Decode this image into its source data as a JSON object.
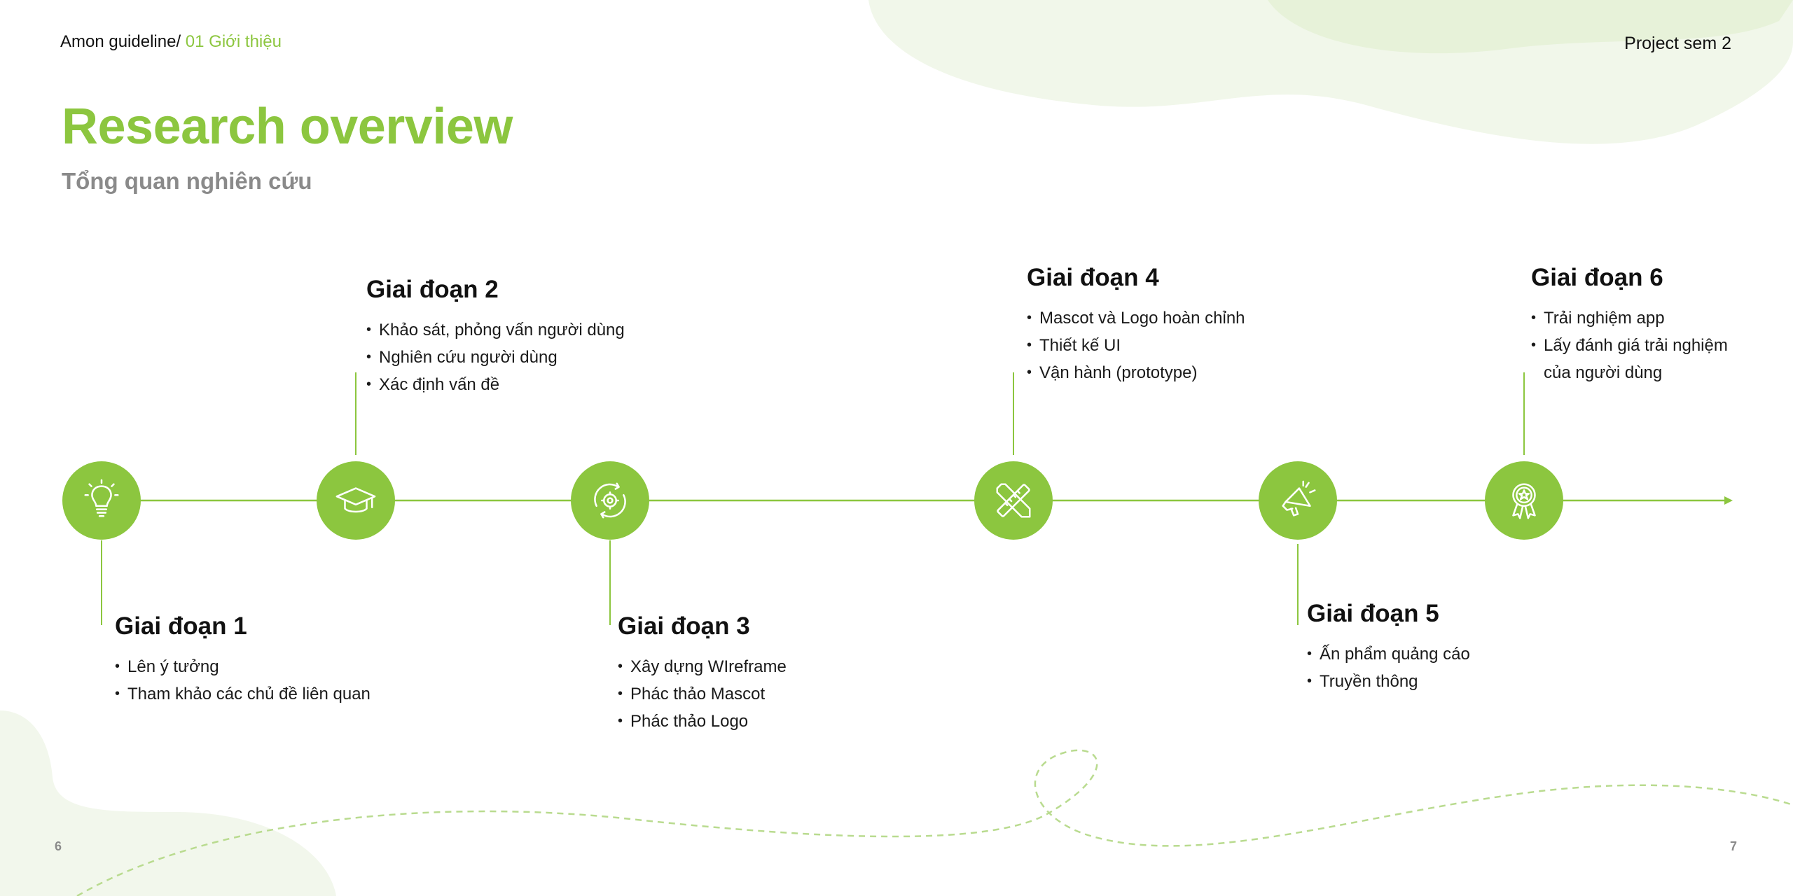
{
  "header": {
    "breadcrumb_prefix": "Amon guideline/",
    "breadcrumb_section": "01 Giới thiệu",
    "project": "Project sem 2"
  },
  "title": "Research overview",
  "subtitle": "Tổng quan nghiên cứu",
  "stages": [
    {
      "title": "Giai đoạn 1",
      "icon": "lightbulb-icon",
      "items": [
        "Lên ý tưởng",
        "Tham khảo các chủ đề liên quan"
      ]
    },
    {
      "title": "Giai đoạn 2",
      "icon": "graduation-cap-icon",
      "items": [
        "Khảo sát, phỏng vấn người dùng",
        "Nghiên cứu người dùng",
        "Xác định vấn đề"
      ]
    },
    {
      "title": "Giai đoạn 3",
      "icon": "cycle-gear-icon",
      "items": [
        "Xây dựng WIreframe",
        "Phác thảo Mascot",
        "Phác thảo Logo"
      ]
    },
    {
      "title": "Giai đoạn 4",
      "icon": "pencil-ruler-icon",
      "items": [
        "Mascot và Logo hoàn chỉnh",
        "Thiết kế UI",
        "Vận hành (prototype)"
      ]
    },
    {
      "title": "Giai đoạn 5",
      "icon": "megaphone-icon",
      "items": [
        "Ấn phẩm quảng cáo",
        "Truyền thông"
      ]
    },
    {
      "title": "Giai đoạn 6",
      "icon": "award-badge-icon",
      "items": [
        "Trải nghiệm app",
        "Lấy đánh giá trải nghiệm của người dùng"
      ]
    }
  ],
  "page_numbers": {
    "left": "6",
    "right": "7"
  },
  "colors": {
    "accent": "#8cc63f",
    "blob": "#eef6e4",
    "text": "#111111",
    "muted": "#8a8a8a"
  }
}
